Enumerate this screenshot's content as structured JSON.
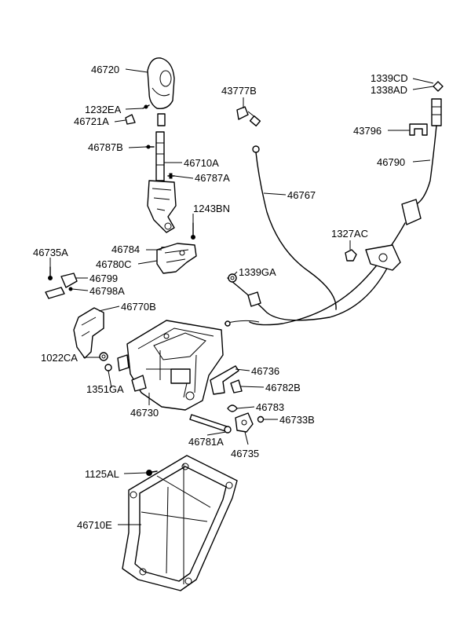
{
  "labels": {
    "p46720": "46720",
    "p1232EA": "1232EA",
    "p46721A": "46721A",
    "p46787B": "46787B",
    "p46710A": "46710A",
    "p46787A": "46787A",
    "p1243BN": "1243BN",
    "p46735A": "46735A",
    "p46784": "46784",
    "p46780C": "46780C",
    "p46799": "46799",
    "p46798A": "46798A",
    "p46770B": "46770B",
    "p1022CA": "1022CA",
    "p1351GA": "1351GA",
    "p46730": "46730",
    "p46736": "46736",
    "p46782B": "46782B",
    "p46783": "46783",
    "p46733B": "46733B",
    "p46781A": "46781A",
    "p46735": "46735",
    "p1125AL": "1125AL",
    "p46710E": "46710E",
    "p43777B": "43777B",
    "p46767": "46767",
    "p1339GA": "1339GA",
    "p1327AC": "1327AC",
    "p1339CD": "1339CD",
    "p1338AD": "1338AD",
    "p43796": "43796",
    "p46790": "46790"
  }
}
